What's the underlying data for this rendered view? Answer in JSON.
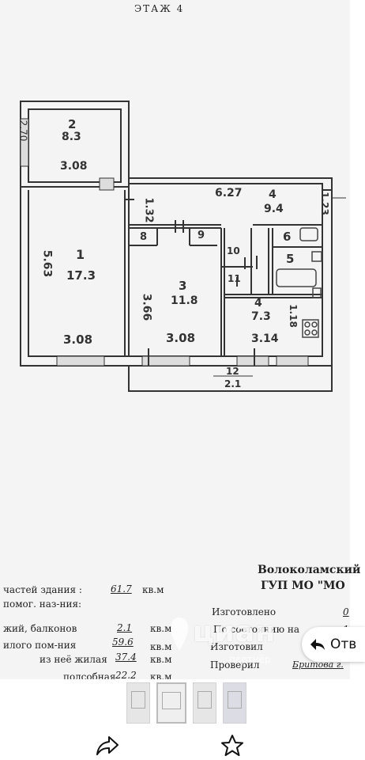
{
  "header": {
    "floor": "ЭТАЖ 4"
  },
  "plan_labels": {
    "r2_height": "2.70",
    "r2_area": "8.3",
    "r2_num": "2",
    "r2_width": "3.08",
    "r1_height": "5.63",
    "r1_num": "1",
    "r1_area": "17.3",
    "r1_width": "3.08",
    "hall_w": "1.32",
    "hall_top": "6.27",
    "r4_num": "4",
    "r4_area": "9.4",
    "r4_h": "1.23",
    "r8": "8",
    "r9": "9",
    "r10": "10",
    "r11": "11",
    "r6": "6",
    "r5": "5",
    "r3_h": "3.66",
    "r3_num": "3",
    "r3_area": "11.8",
    "r3_width": "3.08",
    "k_num": "4",
    "k_area": "7.3",
    "k_h": "1.18",
    "k_width": "3.14",
    "balc_num": "12",
    "balc_area": "2.1"
  },
  "document": {
    "org_line1": "Волоколамский",
    "org_line2": "ГУП МО \"МО",
    "rows_left": [
      {
        "label": "частей здания :",
        "value": "61.7",
        "unit": "кв.м"
      },
      {
        "label": "помог. наз-ния:",
        "value": "",
        "unit": ""
      },
      {
        "label": "жий, балконов",
        "value": "2.1",
        "unit": "кв.м"
      },
      {
        "label": "илого пом-ния",
        "value": "59.6",
        "unit": "кв.м"
      },
      {
        "label": "из неё жилая",
        "value": "37.4",
        "unit": "кв.м"
      },
      {
        "label": "подсобная",
        "value": "22.2",
        "unit": "кв.м"
      }
    ],
    "rows_right": [
      {
        "label": "Изготовлено",
        "value": "0"
      },
      {
        "label": "По состоянию на",
        "value": "1"
      },
      {
        "label": "Изготовил",
        "value": ""
      },
      {
        "label": "Проверил",
        "value": "Бритова г."
      }
    ]
  },
  "overlay": {
    "watermark": "циан",
    "watermark_sub": "партнёр",
    "reply_label": "Отв"
  },
  "bottom_bar": {
    "thumbnails": [
      "page-1",
      "page-2",
      "page-3",
      "page-4"
    ],
    "share_icon": "share-icon",
    "favorite_icon": "star-icon"
  }
}
